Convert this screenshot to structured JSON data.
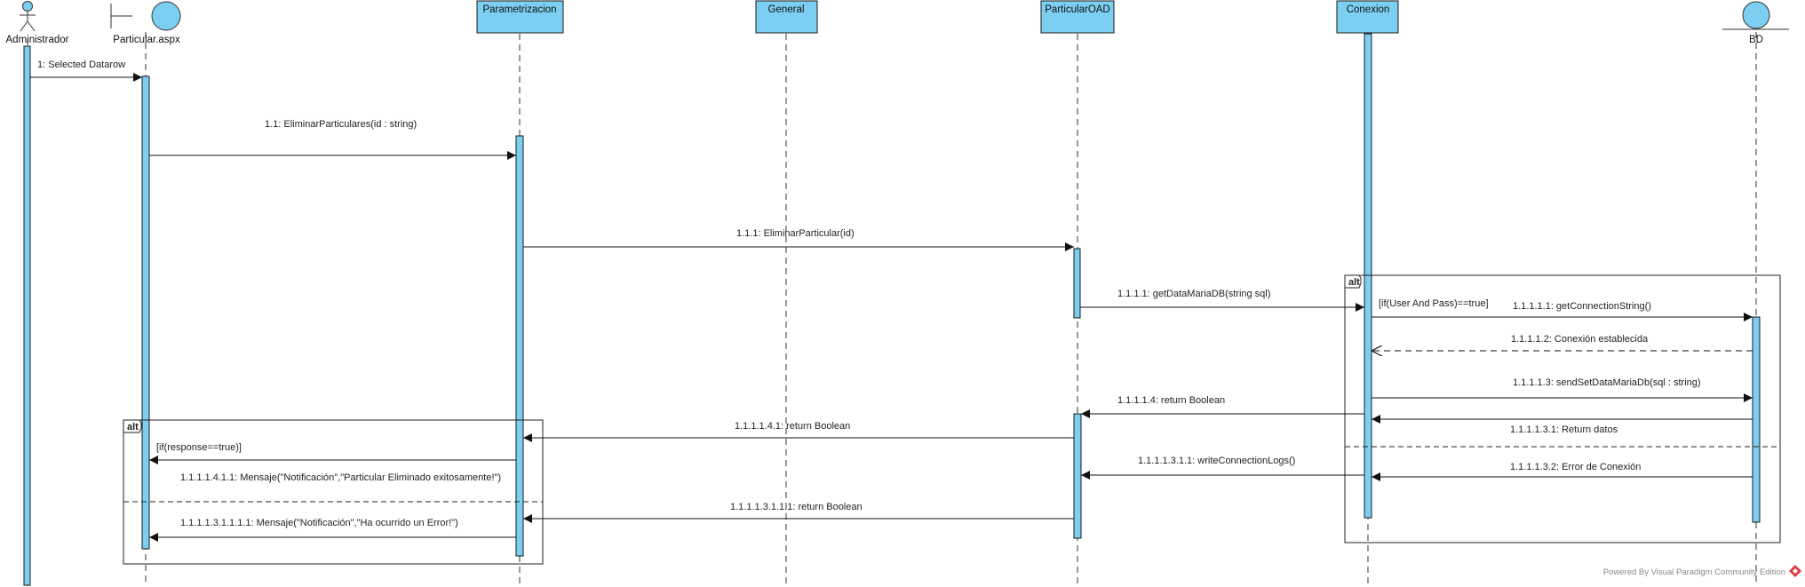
{
  "participants": {
    "administrador": "Administrador",
    "particular_aspx": "Particular.aspx",
    "parametrizacion": "Parametrizacion",
    "general": "General",
    "particular_oad": "ParticularOAD",
    "conexion": "Conexion",
    "bd": "BD"
  },
  "messages": {
    "m1": "1: Selected Datarow",
    "m1_1": "1.1: EliminarParticulares(id : string)",
    "m1_1_1": "1.1.1: EliminarParticular(id)",
    "m1_1_1_1": "1.1.1.1: getDataMariaDB(string sql)",
    "m1_1_1_1_1": "1.1.1.1.1: getConnectionString()",
    "m1_1_1_1_2": "1.1.1.1.2: Conexión establecida",
    "m1_1_1_1_3": "1.1.1.1.3: sendSetDataMariaDb(sql : string)",
    "m1_1_1_1_4": "1.1.1.1.4: return Boolean",
    "m1_1_1_1_3_1": "1.1.1.1.3.1: Return datos",
    "m1_1_1_1_4_1": "1.1.1.1.4.1: return Boolean",
    "m1_1_1_1_4_1_1": "1.1.1.1.4.1.1:  Mensaje(\"Notificación\",\"Particular  Eliminado exitosamente!\")",
    "m1_1_1_1_3_2": "1.1.1.1.3.2: Error de Conexión",
    "m1_1_1_1_3_1_1": "1.1.1.1.3.1.1: writeConnectionLogs()",
    "m1_1_1_1_3_1_1_1": "1.1.1.1.3.1.1.1: return Boolean",
    "m1_1_1_1_3_1_1_1_1": "1.1.1.1.3.1.1.1.1:  Mensaje(\"Notificación\",\"Ha ocurrido un Error!\")"
  },
  "fragments": {
    "alt_left": {
      "operator": "alt",
      "guard": "[if(response==true)]"
    },
    "alt_right": {
      "operator": "alt",
      "guard": "[if(User And Pass)==true]"
    }
  },
  "footer": "Powered By  Visual Paradigm Community Edition",
  "colors": {
    "lifeline_fill": "#7ccff0",
    "stroke": "#1a1a1a",
    "background": "#ffffff"
  }
}
